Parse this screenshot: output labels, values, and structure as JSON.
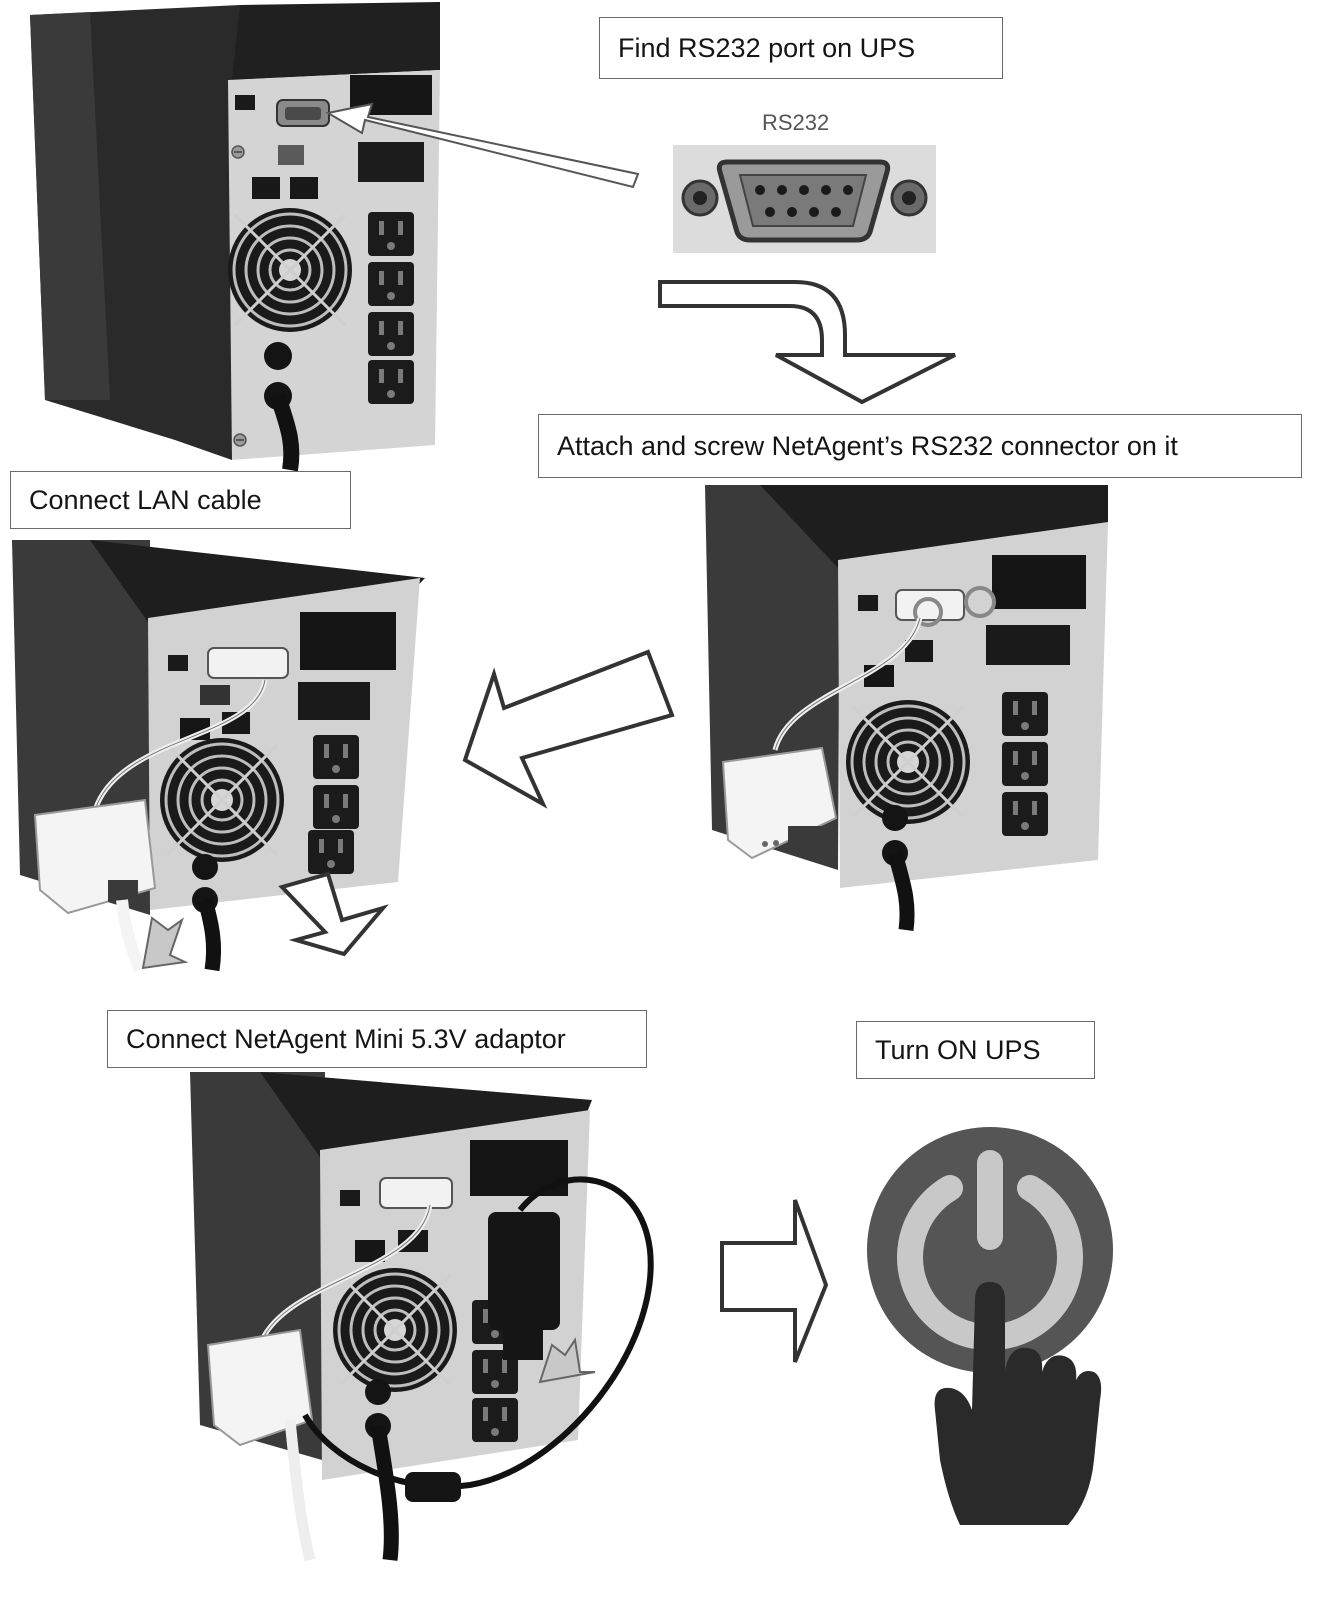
{
  "steps": {
    "find_port": "Find RS232 port on UPS",
    "port_label": "RS232",
    "attach": "Attach and screw NetAgent’s RS232 connector on it",
    "lan": "Connect LAN cable",
    "adaptor": "Connect NetAgent Mini 5.3V adaptor",
    "turn_on": "Turn ON UPS"
  },
  "icons": {
    "power_button": "power-icon",
    "finger": "pointing-hand-icon"
  }
}
